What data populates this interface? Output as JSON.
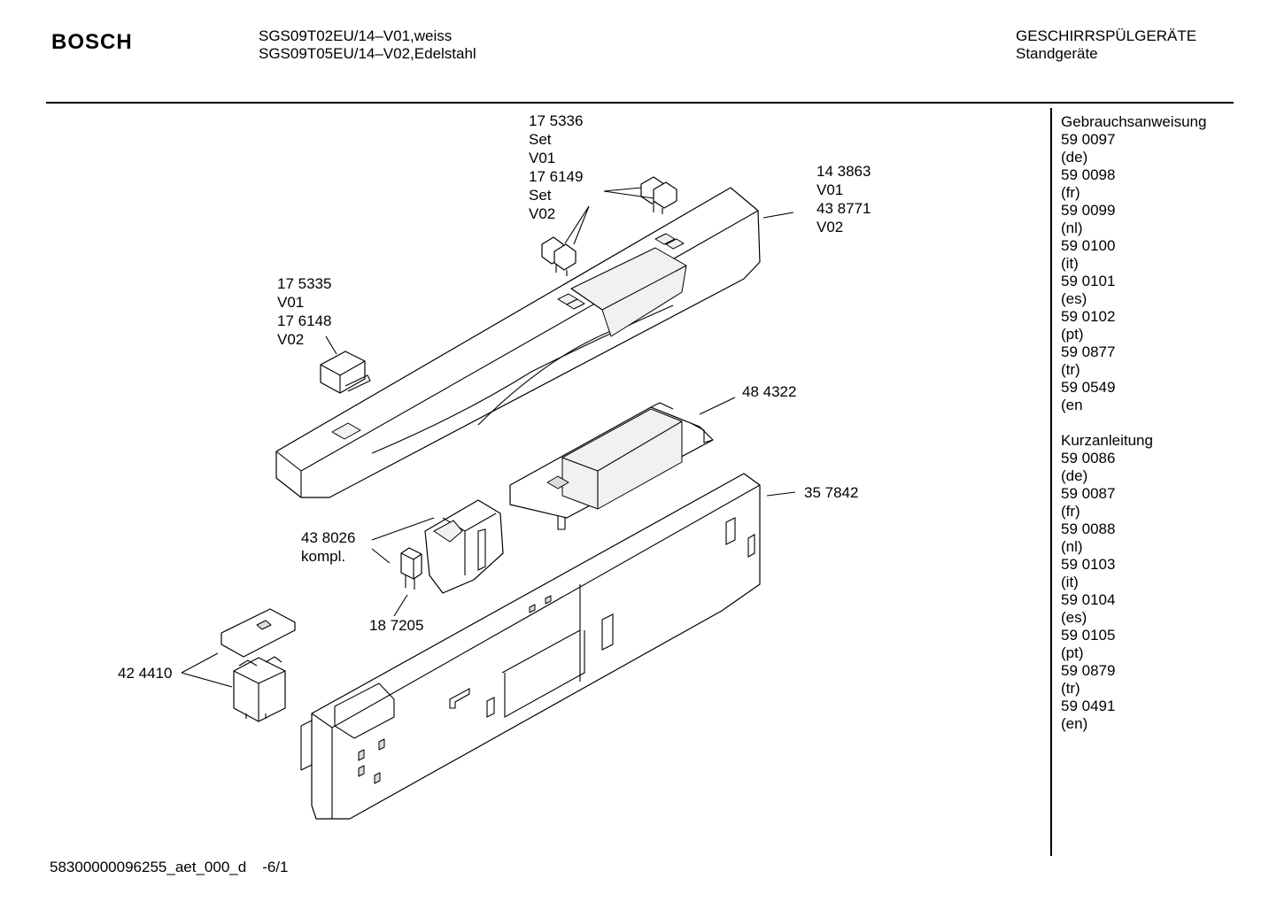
{
  "header": {
    "brand": "BOSCH",
    "model_lines": [
      "SGS09T02EU/14–V01,weiss",
      "SGS09T05EU/14–V02,Edelstahl"
    ],
    "category_lines": [
      "GESCHIRRSPÜLGERÄTE",
      "Standgeräte"
    ]
  },
  "documents": [
    {
      "title": "Gebrauchsanweisung",
      "entries": [
        "59 0097",
        "(de)",
        "59 0098",
        "(fr)",
        "59 0099",
        "(nl)",
        "59 0100",
        "(it)",
        "59 0101",
        "(es)",
        "59 0102",
        "(pt)",
        "59 0877",
        "(tr)",
        "59 0549",
        "(en"
      ]
    },
    {
      "title": "Kurzanleitung",
      "entries": [
        "59 0086",
        "(de)",
        "59 0087",
        "(fr)",
        "59 0088",
        "(nl)",
        "59 0103",
        "(it)",
        "59 0104",
        "(es)",
        "59 0105",
        "(pt)",
        "59 0879",
        "(tr)",
        "59 0491",
        "(en)"
      ]
    }
  ],
  "callouts": {
    "button_set": [
      "17 5336",
      "Set",
      "V01",
      "17 6149",
      "Set",
      "V02"
    ],
    "panel": [
      "14 3863",
      "V01",
      "43 8771",
      "V02"
    ],
    "cover": [
      "17 5335",
      "V01",
      "17 6148",
      "V02"
    ],
    "module": [
      "48 4322"
    ],
    "carrier": [
      "35 7842"
    ],
    "switch": [
      "43 8026",
      "kompl."
    ],
    "capacitor": [
      "18 7205"
    ],
    "terminal": [
      "42 4410"
    ]
  },
  "footer": {
    "drawing_id": "58300000096255_aet_000_d",
    "page": "-6/1"
  }
}
